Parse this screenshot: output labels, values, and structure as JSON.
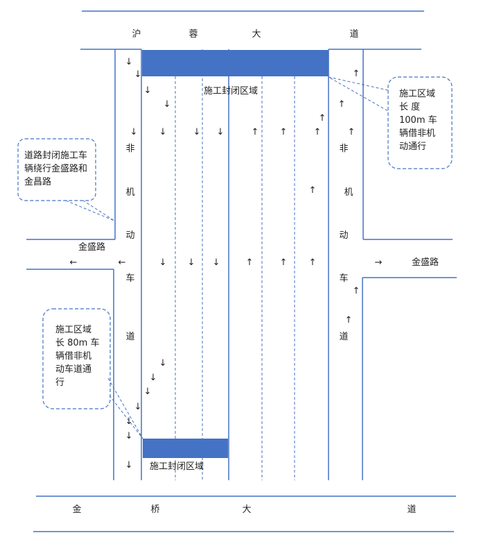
{
  "roads": {
    "top": [
      "沪",
      "蓉",
      "大",
      "道"
    ],
    "bottom": [
      "金",
      "桥",
      "大",
      "道"
    ],
    "side_left": "金盛路",
    "side_right": "金盛路"
  },
  "bike_lane_chars": [
    "非",
    "机",
    "动",
    "车",
    "道"
  ],
  "zones": {
    "top_label": "施工封闭区域",
    "bottom_label": "施工封闭区域"
  },
  "notes": {
    "left": "道路封闭施工车辆绕行金盛路和金昌路",
    "right_top": "施工区域长 度 100m 车辆借非机动通行",
    "left_bottom": "施工区域长 80m 车辆借非机动车道通行"
  },
  "arrows": {
    "down": "↓",
    "up": "↑",
    "left": "←",
    "right": "→"
  },
  "colors": {
    "road_line": "#4472c4",
    "zone_fill": "#4472c4",
    "note_border": "#4472c4"
  }
}
